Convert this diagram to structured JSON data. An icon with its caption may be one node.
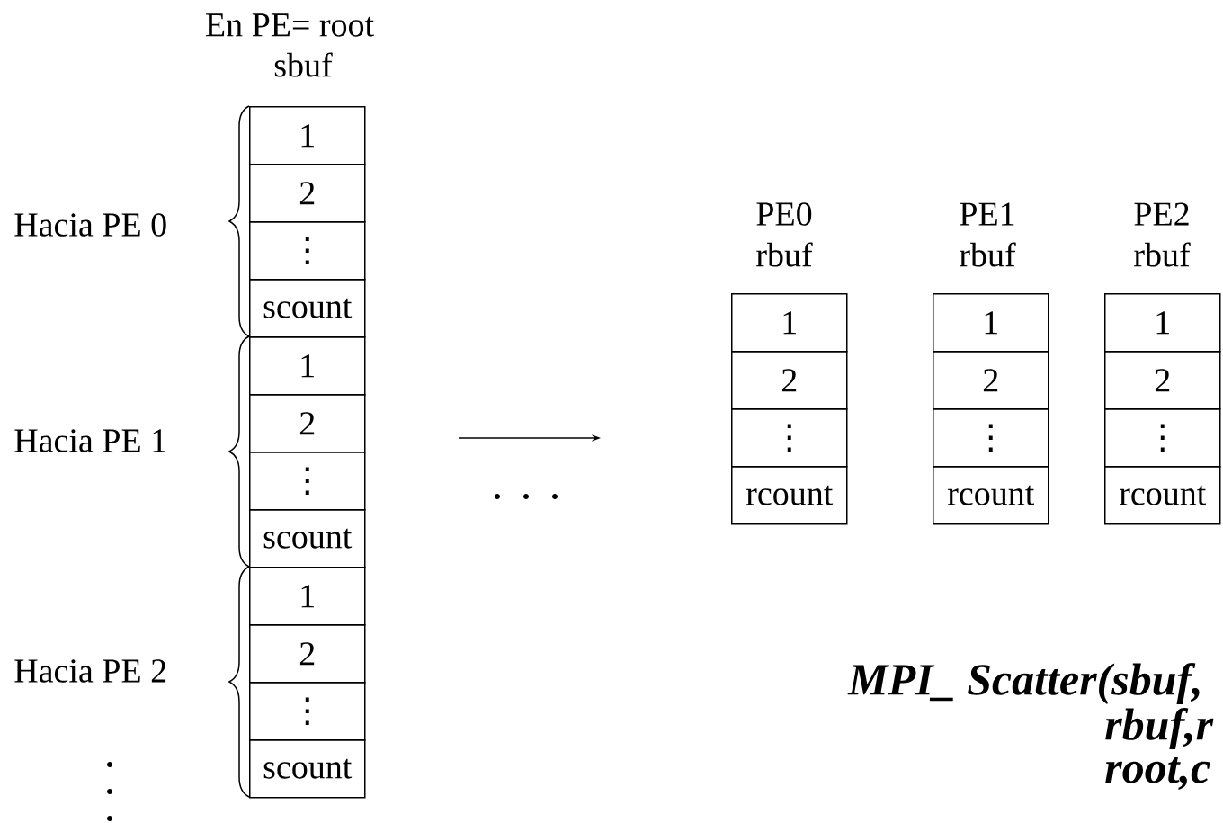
{
  "diagram": {
    "nodes": [
      {
        "text": [
          "1"
        ]
      },
      {
        "text": [
          "2"
        ]
      },
      {
        "text": [
          "⋮"
        ]
      },
      {
        "text": [
          "scount"
        ]
      },
      {
        "text": [
          "1"
        ]
      },
      {
        "text": [
          "2"
        ]
      },
      {
        "text": [
          "⋮"
        ]
      },
      {
        "text": [
          "scount"
        ]
      },
      {
        "text": [
          "1"
        ]
      },
      {
        "text": [
          "2"
        ]
      },
      {
        "text": [
          "⋮"
        ]
      },
      {
        "text": [
          "scount"
        ]
      },
      {
        "text": [
          "1"
        ]
      },
      {
        "text": [
          "2"
        ]
      },
      {
        "text": [
          "⋮"
        ]
      },
      {
        "text": [
          "rcount"
        ]
      },
      {
        "text": [
          "1"
        ]
      },
      {
        "text": [
          "2"
        ]
      },
      {
        "text": [
          "⋮"
        ]
      },
      {
        "text": [
          "rcount"
        ]
      },
      {
        "text": [
          "1"
        ]
      },
      {
        "text": [
          "2"
        ]
      },
      {
        "text": [
          "⋮"
        ]
      },
      {
        "text": [
          "rcount"
        ]
      }
    ],
    "labels": [
      "En PE= root",
      "sbuf",
      "PE0",
      "rbuf",
      "PE1",
      "rbuf",
      "PE2",
      "rbuf",
      "Hacia PE 0",
      "Hacia PE 1",
      "Hacia PE 2",
      "MPI_ Scatter(sbuf,",
      "rbuf,r",
      "root,c"
    ]
  }
}
